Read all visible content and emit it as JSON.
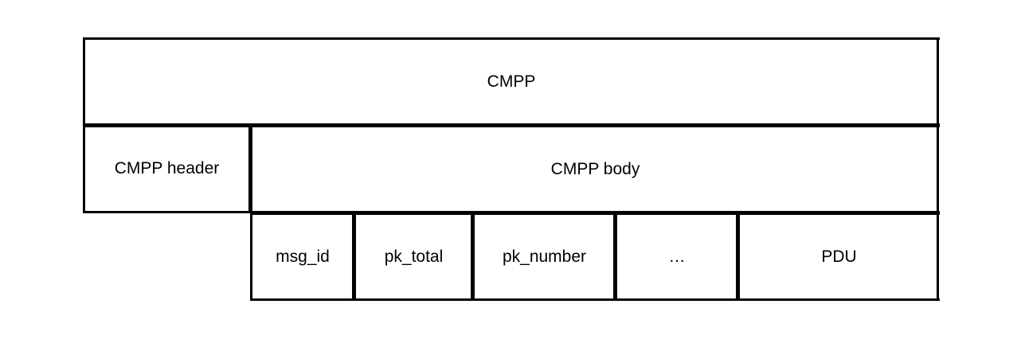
{
  "diagram": {
    "top": "CMPP",
    "header": "CMPP header",
    "body": "CMPP body",
    "fields": [
      "msg_id",
      "pk_total",
      "pk_number",
      "…",
      "PDU"
    ]
  }
}
